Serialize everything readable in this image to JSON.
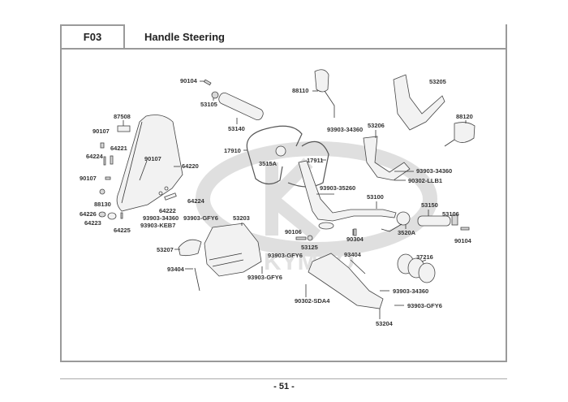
{
  "header": {
    "section_code": "F03",
    "title": "Handle Steering"
  },
  "footer": {
    "page_number": "- 51 -"
  },
  "watermark": {
    "brand": "KYMCO",
    "color": "#d9d9d9"
  },
  "parts": [
    {
      "id": "p1",
      "label": "90104"
    },
    {
      "id": "p2",
      "label": "53105"
    },
    {
      "id": "p3",
      "label": "53140"
    },
    {
      "id": "p4",
      "label": "88110"
    },
    {
      "id": "p5",
      "label": "53205"
    },
    {
      "id": "p6",
      "label": "87508"
    },
    {
      "id": "p7",
      "label": "90107"
    },
    {
      "id": "p8",
      "label": "64221"
    },
    {
      "id": "p9",
      "label": "64224"
    },
    {
      "id": "p10",
      "label": "90107"
    },
    {
      "id": "p11",
      "label": "64220"
    },
    {
      "id": "p12",
      "label": "90107"
    },
    {
      "id": "p13",
      "label": "88130"
    },
    {
      "id": "p14",
      "label": "64226"
    },
    {
      "id": "p15",
      "label": "64223"
    },
    {
      "id": "p16",
      "label": "64225"
    },
    {
      "id": "p17",
      "label": "93903-34360"
    },
    {
      "id": "p18",
      "label": "93903-KEB7"
    },
    {
      "id": "p19",
      "label": "64222"
    },
    {
      "id": "p20",
      "label": "64224"
    },
    {
      "id": "p21",
      "label": "93903-GFY6"
    },
    {
      "id": "p22",
      "label": "17910"
    },
    {
      "id": "p23",
      "label": "3515A"
    },
    {
      "id": "p24",
      "label": "17911"
    },
    {
      "id": "p25",
      "label": "93903-34360"
    },
    {
      "id": "p26",
      "label": "53206"
    },
    {
      "id": "p27",
      "label": "88120"
    },
    {
      "id": "p28",
      "label": "93903-34360"
    },
    {
      "id": "p29",
      "label": "90302-LLB1"
    },
    {
      "id": "p30",
      "label": "93903-35260"
    },
    {
      "id": "p31",
      "label": "53100"
    },
    {
      "id": "p32",
      "label": "53150"
    },
    {
      "id": "p33",
      "label": "53106"
    },
    {
      "id": "p34",
      "label": "90304"
    },
    {
      "id": "p35",
      "label": "3520A"
    },
    {
      "id": "p36",
      "label": "90104"
    },
    {
      "id": "p37",
      "label": "53203"
    },
    {
      "id": "p38",
      "label": "90106"
    },
    {
      "id": "p39",
      "label": "53125"
    },
    {
      "id": "p40",
      "label": "53207"
    },
    {
      "id": "p41",
      "label": "93903-GFY6"
    },
    {
      "id": "p42",
      "label": "93404"
    },
    {
      "id": "p43",
      "label": "93903-GFY6"
    },
    {
      "id": "p44",
      "label": "93404"
    },
    {
      "id": "p45",
      "label": "37216"
    },
    {
      "id": "p46",
      "label": "93903-34360"
    },
    {
      "id": "p47",
      "label": "90302-SDA4"
    },
    {
      "id": "p48",
      "label": "93903-GFY6"
    },
    {
      "id": "p49",
      "label": "53204"
    }
  ]
}
